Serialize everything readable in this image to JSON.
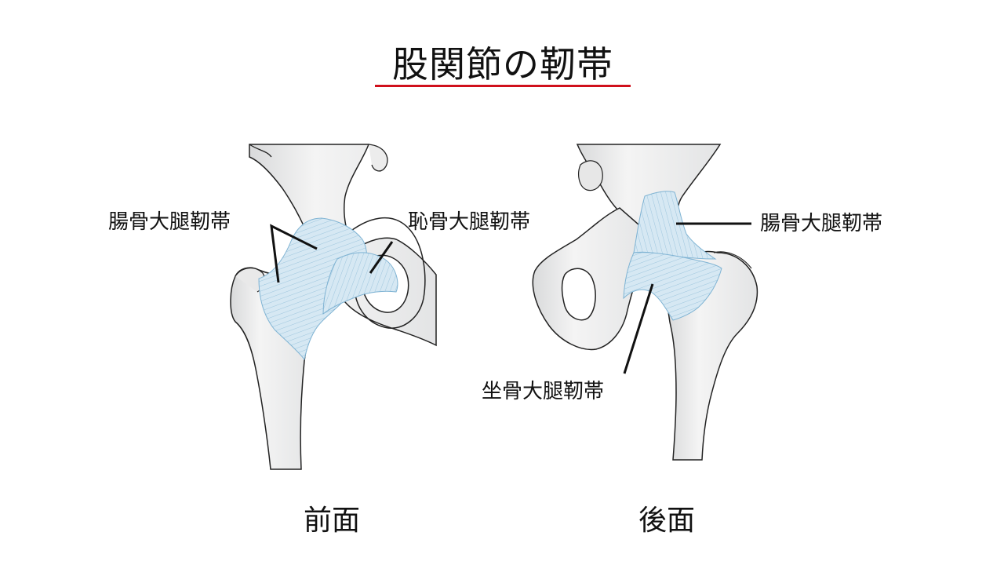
{
  "title": "股関節の靭帯",
  "colors": {
    "underline": "#d0101c",
    "bone_fill": "#f2f2f2",
    "bone_shade": "#d9dadb",
    "bone_stroke": "#222222",
    "ligament_fill": "#d6e8f3",
    "ligament_stroke": "#7fb3d3"
  },
  "front": {
    "view_label": "前面",
    "ligaments": {
      "iliofemoral": "腸骨大腿靭帯",
      "pubofemoral": "恥骨大腿靭帯"
    }
  },
  "back": {
    "view_label": "後面",
    "ligaments": {
      "iliofemoral": "腸骨大腿靭帯",
      "ischiofemoral": "坐骨大腿靭帯"
    }
  }
}
